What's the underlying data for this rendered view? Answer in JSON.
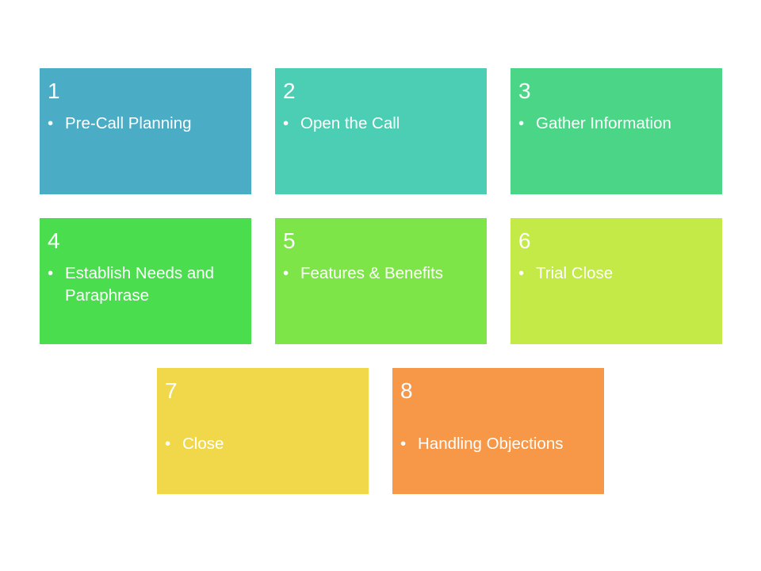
{
  "steps": [
    {
      "number": "1",
      "label": "Pre-Call Planning",
      "color": "#4BACC6"
    },
    {
      "number": "2",
      "label": "Open the Call",
      "color": "#4BCEB3"
    },
    {
      "number": "3",
      "label": "Gather Information",
      "color": "#4AD686"
    },
    {
      "number": "4",
      "label": "Establish Needs and Paraphrase",
      "color": "#4ADE4F"
    },
    {
      "number": "5",
      "label": "Features & Benefits",
      "color": "#7EE548"
    },
    {
      "number": "6",
      "label": "Trial Close",
      "color": "#C3EA46"
    },
    {
      "number": "7",
      "label": "Close",
      "color": "#F0D84A"
    },
    {
      "number": "8",
      "label": "Handling Objections",
      "color": "#F79748"
    }
  ],
  "bullet_char": "•"
}
